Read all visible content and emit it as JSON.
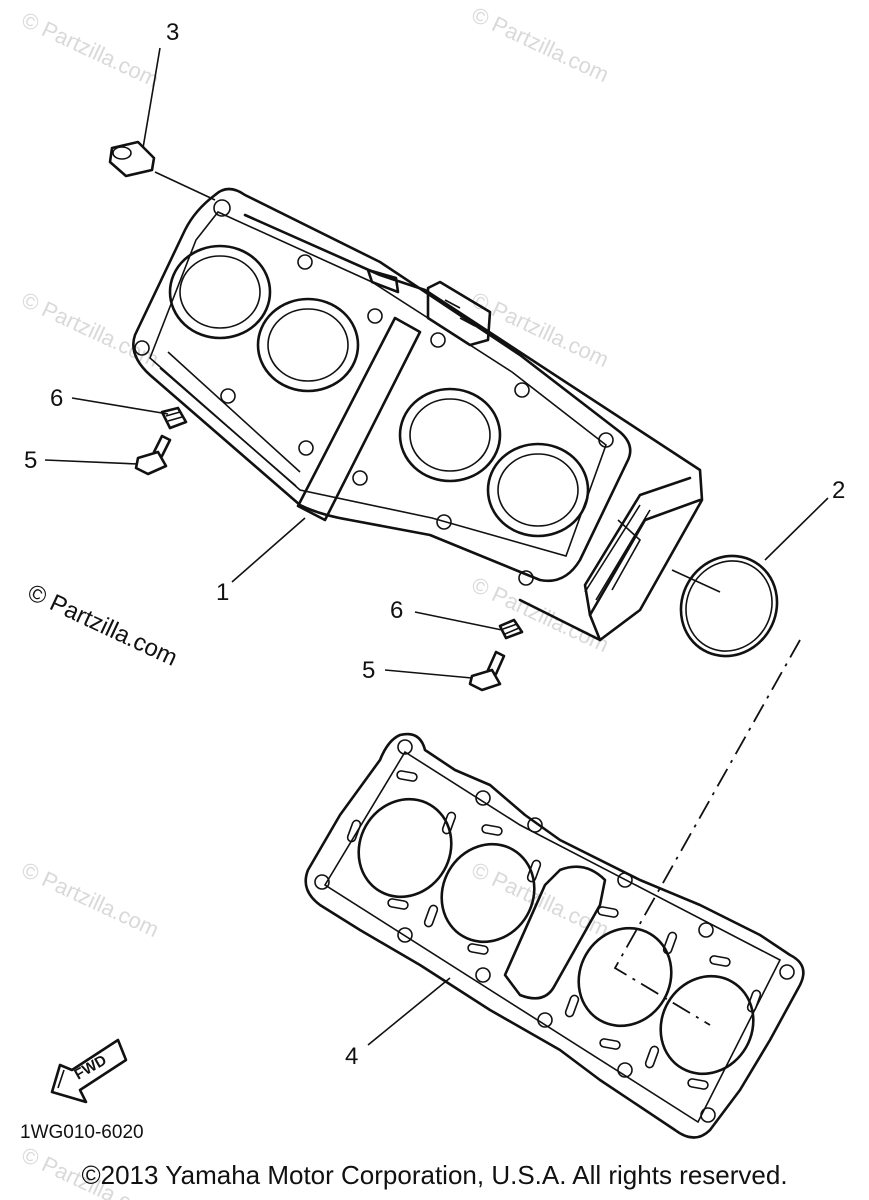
{
  "diagram": {
    "callouts": {
      "c1": "1",
      "c2": "2",
      "c3": "3",
      "c4": "4",
      "c5a": "5",
      "c5b": "5",
      "c6a": "6",
      "c6b": "6"
    },
    "fwd_label": "FWD",
    "diagram_code": "1WG010-6020"
  },
  "watermarks": {
    "main": "© Partzilla.com",
    "faint": "© Partzilla.com"
  },
  "footer": {
    "copyright": "©2013 Yamaha Motor Corporation, U.S.A. All rights reserved."
  }
}
